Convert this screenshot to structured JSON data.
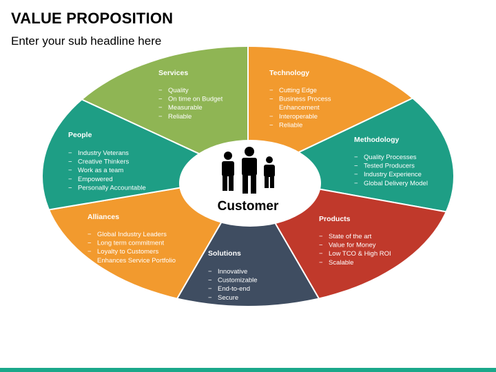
{
  "header": {
    "title": "VALUE PROPOSITION",
    "subtitle": "Enter your sub headline here"
  },
  "center": {
    "label": "Customer",
    "icon": "people-icon"
  },
  "segments": [
    {
      "id": "services",
      "title": "Services",
      "color": "#8fb554",
      "items": [
        "Quality",
        "On time on Budget",
        "Measurable",
        "Reliable"
      ]
    },
    {
      "id": "technology",
      "title": "Technology",
      "color": "#f29a2e",
      "items": [
        "Cutting Edge",
        "Business Process",
        "Enhancement",
        "Interoperable",
        "Reliable"
      ]
    },
    {
      "id": "methodology",
      "title": "Methodology",
      "color": "#1e9e85",
      "items": [
        "Quality Processes",
        "Tested Producers",
        "Industry Experience",
        "Global Delivery Model"
      ]
    },
    {
      "id": "products",
      "title": "Products",
      "color": "#c0392b",
      "items": [
        "State of the art",
        "Value for Money",
        "Low TCO & High ROI",
        "Scalable"
      ]
    },
    {
      "id": "solutions",
      "title": "Solutions",
      "color": "#3f4d61",
      "items": [
        "Innovative",
        "Customizable",
        "End-to-end",
        "Secure"
      ]
    },
    {
      "id": "alliances",
      "title": "Alliances",
      "color": "#f29a2e",
      "items": [
        "Global Industry Leaders",
        "Long term commitment",
        "Loyalty to Customers",
        "Enhances Service Portfolio"
      ]
    },
    {
      "id": "people",
      "title": "People",
      "color": "#1e9e85",
      "items": [
        "Industry Veterans",
        "Creative Thinkers",
        "Work as a team",
        "Empowered",
        "Personally Accountable"
      ]
    }
  ],
  "bullet": "−",
  "footer": {
    "color": "#1aa88a"
  }
}
